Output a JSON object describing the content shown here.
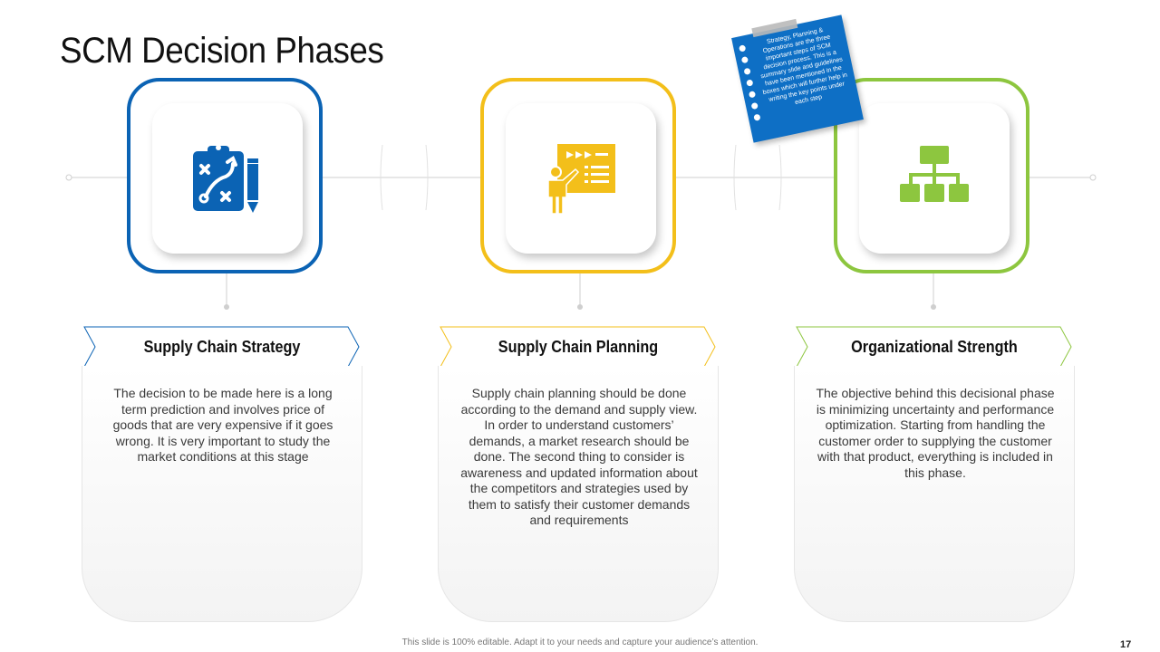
{
  "slide": {
    "title": "SCM Decision Phases",
    "footer": "This slide is 100% editable. Adapt it to your needs and capture your audience’s attention.",
    "page_number": "17"
  },
  "sticky_note": {
    "text": "Strategy, Planning & Operations are the three important steps of SCM decision process. This is a summary slide and guidelines have been mentioned in the boxes which will further help in writing the key points under each step"
  },
  "phases": [
    {
      "title": "Supply Chain Strategy",
      "description": "The decision to be made here is a long term prediction and involves price of goods that are very expensive if it goes wrong. It is very important to study the market conditions at this stage",
      "icon": "strategy-clipboard-icon",
      "color": "#0b63b4"
    },
    {
      "title": "Supply Chain Planning",
      "description": "Supply chain planning should be done according to the demand and supply view. In order to understand customers’ demands, a market research should be done. The second thing to consider is awareness and updated information about the competitors and strategies used by them to satisfy their customer demands and requirements",
      "icon": "presentation-board-icon",
      "color": "#f3bf1a"
    },
    {
      "title": "Organizational Strength",
      "description": "The objective behind this decisional phase is minimizing uncertainty and performance optimization. Starting from handling the customer order to supplying the customer with that product, everything is included in this phase.",
      "icon": "org-chart-icon",
      "color": "#8dc63f"
    }
  ]
}
